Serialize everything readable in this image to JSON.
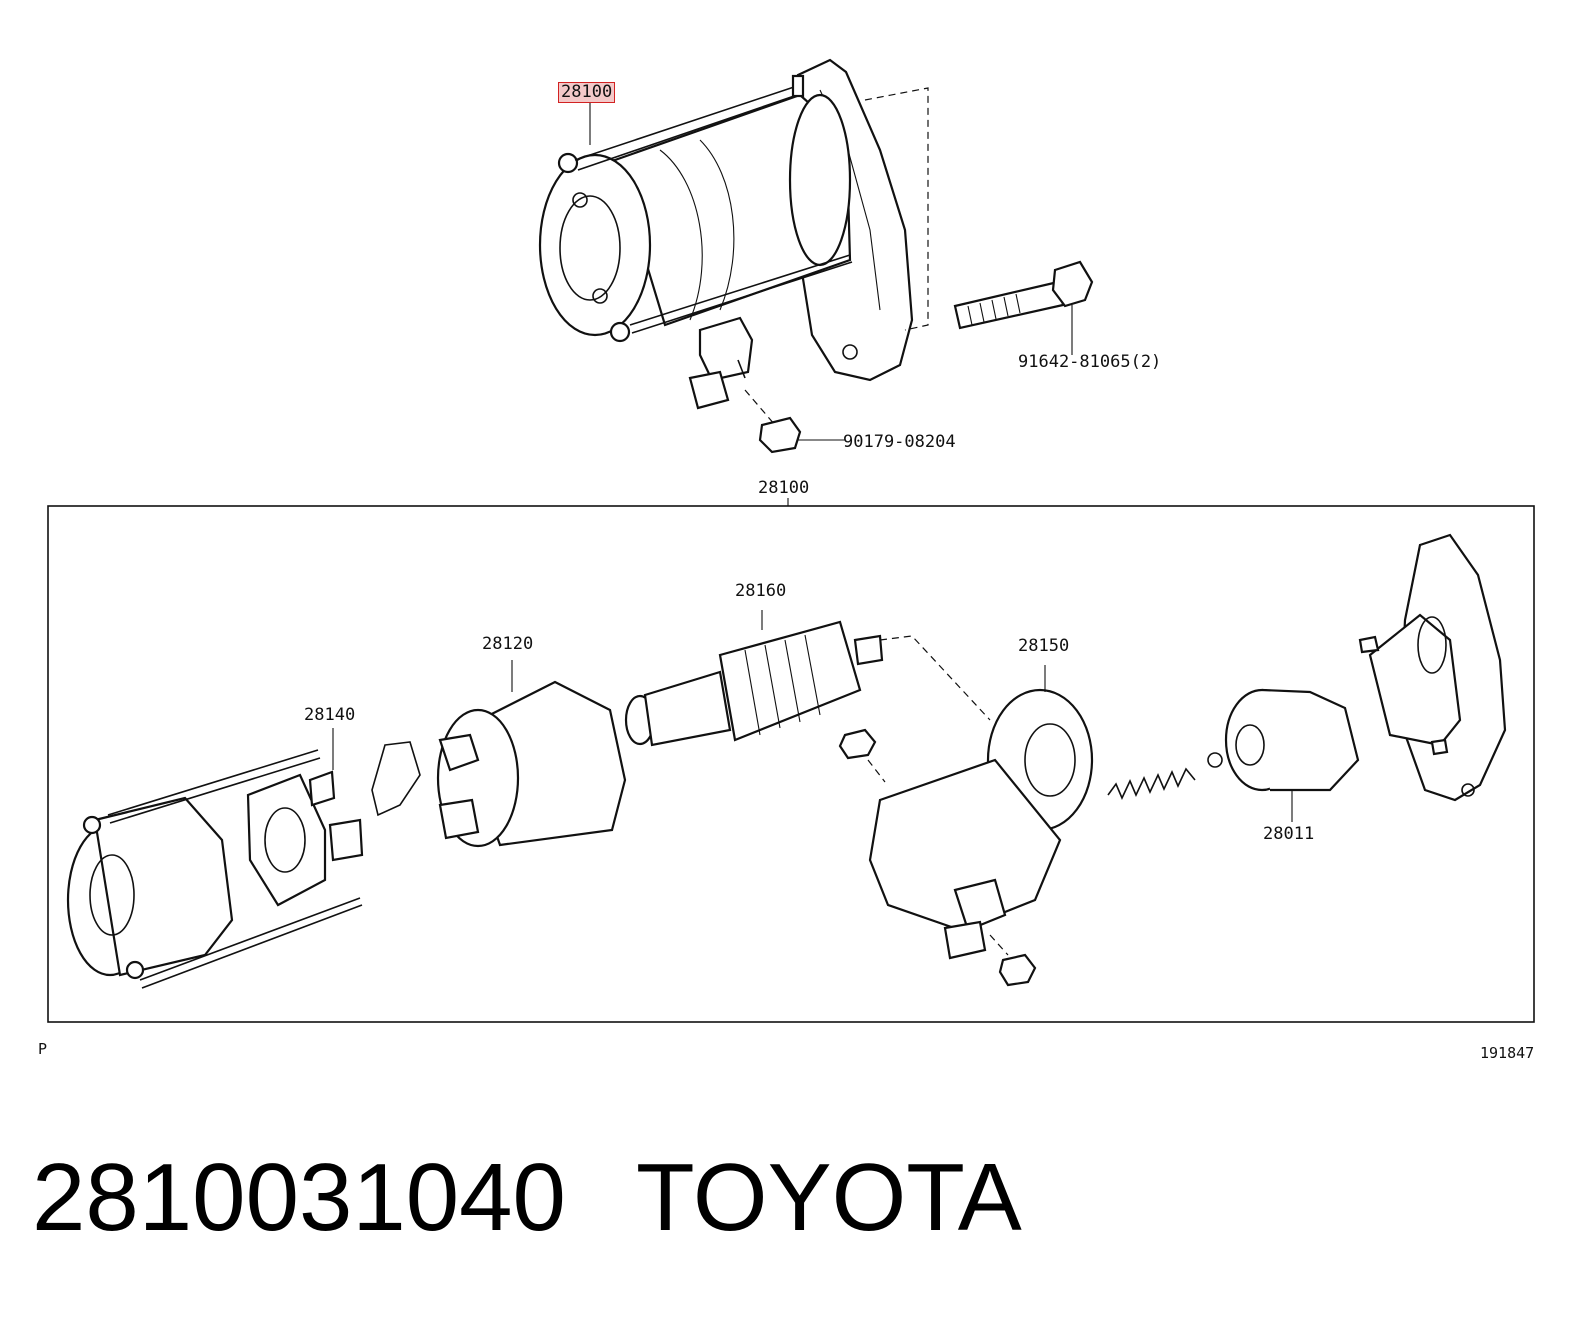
{
  "diagram": {
    "callouts": {
      "assembly_top": "28100",
      "bolt": "91642-81065(2)",
      "nut": "90179-08204",
      "assembly_box": "28100",
      "armature": "28160",
      "yoke": "28120",
      "brush_holder": "28140",
      "drive_housing": "28150",
      "clutch": "28011"
    },
    "corner_left": "P",
    "corner_right": "191847"
  },
  "caption": {
    "part_number": "2810031040",
    "brand": "TOYOTA"
  },
  "colors": {
    "highlight_border": "#d22222",
    "highlight_fill": "#f3c9c9",
    "ink": "#111111"
  }
}
